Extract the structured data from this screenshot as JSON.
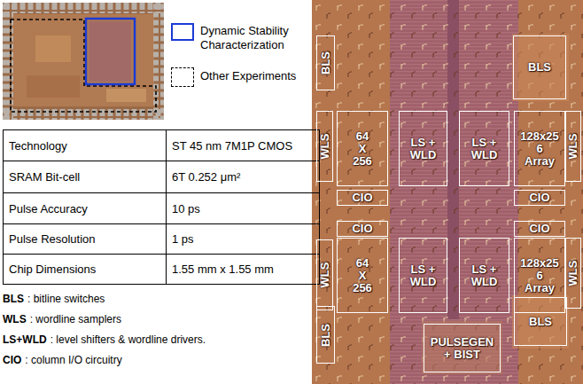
{
  "diagram": {
    "nodes": [
      {
        "text": [
          "BLS"
        ]
      },
      {
        "text": [
          "BLS"
        ]
      },
      {
        "text": [
          "WLS"
        ]
      },
      {
        "text": [
          "64 X 256"
        ]
      },
      {
        "text": [
          "LS + WLD"
        ]
      },
      {
        "text": [
          "LS + WLD"
        ]
      },
      {
        "text": [
          "128x25 6 Array"
        ]
      },
      {
        "text": [
          "WLS"
        ]
      },
      {
        "text": [
          "CIO"
        ]
      },
      {
        "text": [
          "CIO"
        ]
      },
      {
        "text": [
          "CIO"
        ]
      },
      {
        "text": [
          "CIO"
        ]
      },
      {
        "text": [
          "WLS"
        ]
      },
      {
        "text": [
          "64 X 256"
        ]
      },
      {
        "text": [
          "LS + WLD"
        ]
      },
      {
        "text": [
          "LS + WLD"
        ]
      },
      {
        "text": [
          "128x25 6 Array"
        ]
      },
      {
        "text": [
          "WLS"
        ]
      },
      {
        "text": [
          "BLS"
        ]
      },
      {
        "text": [
          "BLS"
        ]
      },
      {
        "text": [
          "PULSEGEN + BIST"
        ]
      }
    ],
    "labels": [
      "Technology",
      "ST 45 nm 7M1P CMOS",
      "SRAM Bit-cell",
      "6T 0.252 μm²",
      "Pulse Accuracy",
      "10 ps",
      "Pulse Resolution",
      "1 ps",
      "Chip Dimensions",
      "1.55 mm x 1.55 mm",
      "BLS",
      ": bitline switches",
      "WLS",
      ": wordline samplers",
      "LS+WLD",
      ": level shifters & wordline drivers.",
      "CIO",
      ": column I/O circuitry"
    ],
    "legend": [
      {
        "text": "Dynamic Stability Characterization"
      },
      {
        "text": "Other Experiments"
      }
    ]
  }
}
